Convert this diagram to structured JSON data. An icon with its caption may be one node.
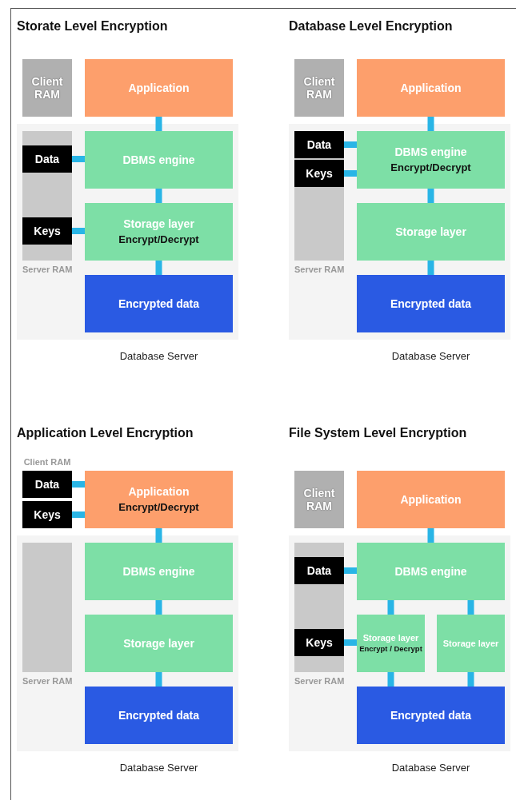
{
  "diagram": {
    "nodes": [
      {
        "text": [
          "Client RAM"
        ]
      },
      {
        "text": [
          "Application"
        ]
      },
      {
        "text": [
          "Database Server"
        ]
      },
      {
        "text": [
          "Server RAM"
        ],
        "in": 2
      },
      {
        "text": [
          "Data"
        ],
        "in": 3
      },
      {
        "text": [
          "Keys"
        ],
        "in": 3
      },
      {
        "text": [
          "DBMS engine"
        ],
        "in": 2
      },
      {
        "text": [
          "Storage layer",
          "Encrypt/Decrypt"
        ],
        "in": 2
      },
      {
        "text": [
          "Encrypted data"
        ],
        "in": 2
      },
      {
        "text": [
          "Client RAM"
        ]
      },
      {
        "text": [
          "Application"
        ]
      },
      {
        "text": [
          "Database Server"
        ]
      },
      {
        "text": [
          "Server RAM"
        ],
        "in": 11
      },
      {
        "text": [
          "Data"
        ],
        "in": 12
      },
      {
        "text": [
          "Keys"
        ],
        "in": 12
      },
      {
        "text": [
          "DBMS engine",
          "Encrypt/Decrypt"
        ],
        "in": 11
      },
      {
        "text": [
          "Storage layer"
        ],
        "in": 11
      },
      {
        "text": [
          "Encrypted data"
        ],
        "in": 11
      },
      {
        "text": [
          "Data"
        ]
      },
      {
        "text": [
          "Keys"
        ]
      },
      {
        "text": [
          "Application",
          "Encrypt/Decrypt"
        ]
      },
      {
        "text": [
          "Database Server"
        ]
      },
      {
        "text": [
          "Server RAM"
        ],
        "in": 21
      },
      {
        "text": [
          "DBMS engine"
        ],
        "in": 21
      },
      {
        "text": [
          "Storage layer"
        ],
        "in": 21
      },
      {
        "text": [
          "Encrypted data"
        ],
        "in": 21
      },
      {
        "text": [
          "Client RAM"
        ]
      },
      {
        "text": [
          "Application"
        ]
      },
      {
        "text": [
          "Database Server"
        ]
      },
      {
        "text": [
          "Server RAM"
        ],
        "in": 28
      },
      {
        "text": [
          "Data"
        ],
        "in": 29
      },
      {
        "text": [
          "Keys"
        ],
        "in": 29
      },
      {
        "text": [
          "DBMS engine"
        ],
        "in": 28
      },
      {
        "text": [
          "Storage layer",
          "Encrypt / Decrypt"
        ],
        "in": 28
      },
      {
        "text": [
          "Storage layer"
        ],
        "in": 28
      },
      {
        "text": [
          "Encrypted data"
        ],
        "in": 28
      }
    ],
    "edges": [
      {
        "from": 1,
        "to": 6,
        "arrow": "none"
      },
      {
        "from": 4,
        "to": 6,
        "arrow": "none"
      },
      {
        "from": 6,
        "to": 7,
        "arrow": "none"
      },
      {
        "from": 5,
        "to": 7,
        "arrow": "none"
      },
      {
        "from": 7,
        "to": 8,
        "arrow": "none"
      },
      {
        "from": 10,
        "to": 15,
        "arrow": "none"
      },
      {
        "from": 13,
        "to": 15,
        "arrow": "none"
      },
      {
        "from": 14,
        "to": 15,
        "arrow": "none"
      },
      {
        "from": 15,
        "to": 16,
        "arrow": "none"
      },
      {
        "from": 16,
        "to": 17,
        "arrow": "none"
      },
      {
        "from": 18,
        "to": 20,
        "arrow": "none"
      },
      {
        "from": 19,
        "to": 20,
        "arrow": "none"
      },
      {
        "from": 20,
        "to": 23,
        "arrow": "none"
      },
      {
        "from": 23,
        "to": 24,
        "arrow": "none"
      },
      {
        "from": 24,
        "to": 25,
        "arrow": "none"
      },
      {
        "from": 27,
        "to": 32,
        "arrow": "none"
      },
      {
        "from": 30,
        "to": 32,
        "arrow": "none"
      },
      {
        "from": 32,
        "to": 33,
        "arrow": "none"
      },
      {
        "from": 32,
        "to": 34,
        "arrow": "none"
      },
      {
        "from": 31,
        "to": 33,
        "arrow": "none"
      },
      {
        "from": 33,
        "to": 35,
        "arrow": "none"
      },
      {
        "from": 34,
        "to": 35,
        "arrow": "none"
      }
    ],
    "labels": [
      "Storate Level Encryption",
      "Database Level Encryption",
      "Application Level Encryption",
      "File System Level Encryption",
      "Client RAM"
    ]
  }
}
